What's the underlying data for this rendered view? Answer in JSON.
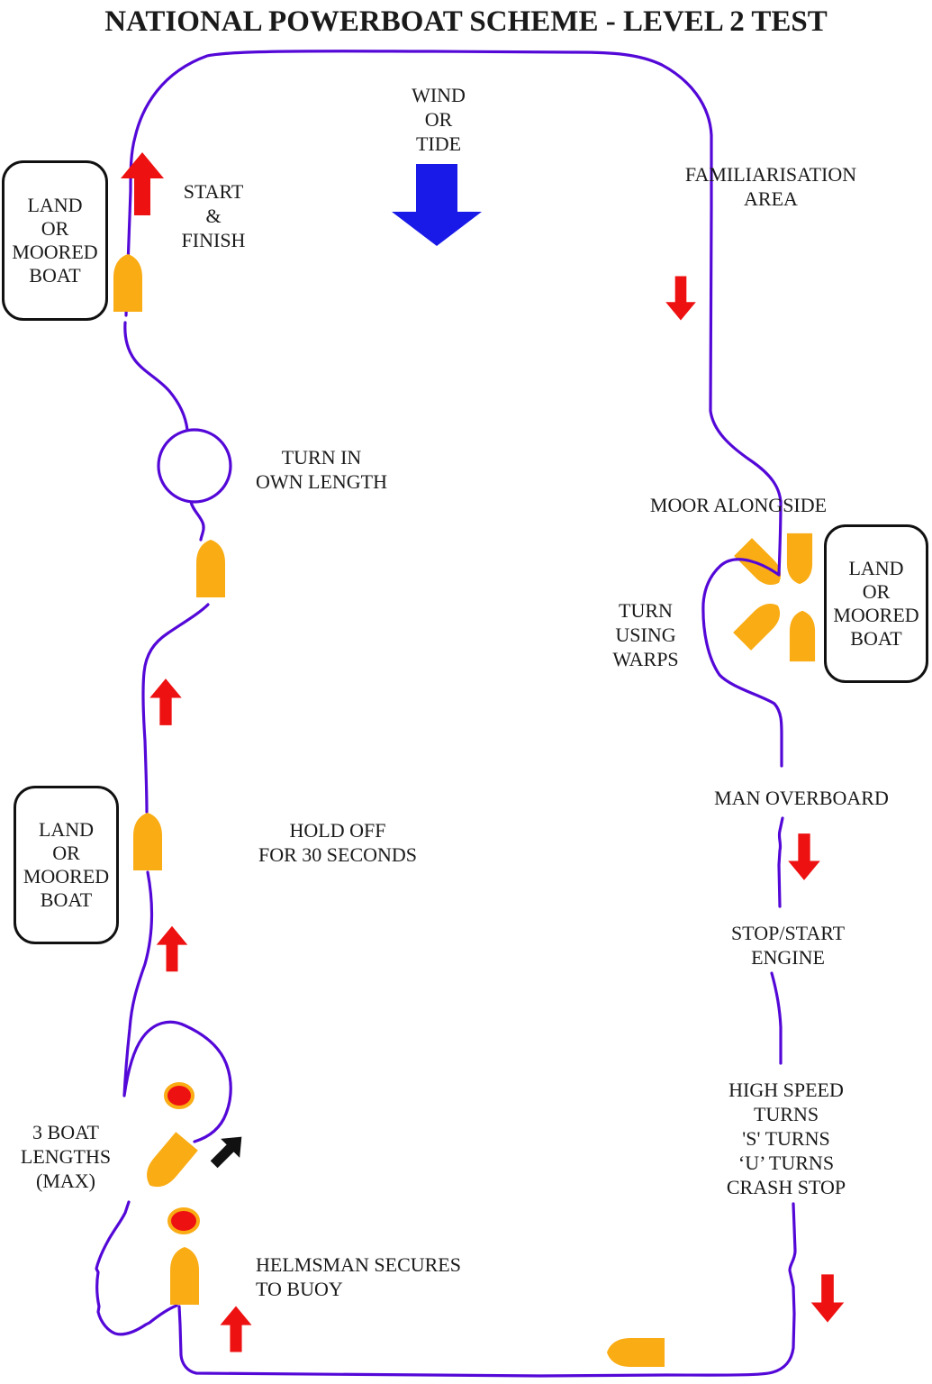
{
  "title": "NATIONAL POWERBOAT SCHEME - LEVEL 2 TEST",
  "labels": {
    "wind_or_tide": "WIND\nOR\nTIDE",
    "familiarisation_area": "FAMILIARISATION\nAREA",
    "start_finish": "START\n&\nFINISH",
    "land_or_moored_boat_top_left": "LAND\nOR\nMOORED\nBOAT",
    "turn_in_own_length": "TURN IN\nOWN LENGTH",
    "moor_alongside": "MOOR ALONGSIDE",
    "turn_using_warps": "TURN\nUSING\nWARPS",
    "land_or_moored_boat_right": "LAND\nOR\nMOORED\nBOAT",
    "man_overboard": "MAN OVERBOARD",
    "stop_start_engine": "STOP/START\nENGINE",
    "land_or_moored_boat_left": "LAND\nOR\nMOORED\nBOAT",
    "hold_off": "HOLD OFF\nFOR 30 SECONDS",
    "high_speed_turns": "HIGH SPEED\nTURNS\n'S' TURNS\n‘U’ TURNS\nCRASH STOP",
    "three_boat_lengths": "3 BOAT\nLENGTHS\n(MAX)",
    "helmsman_secures": "HELMSMAN SECURES\nTO BUOY"
  },
  "colors": {
    "ink": "#1a1a1a",
    "course_path": "#5408D8",
    "marker_red": "#EE1111",
    "boat_orange": "#FAAC14",
    "wind_blue": "#1A1AE8",
    "arrow_black": "#111111"
  },
  "icons": {
    "wind-tide-arrow-icon": "⬇",
    "course-arrow-up-icon": "▲",
    "course-arrow-down-icon": "▼",
    "turn-exit-arrow-icon": "↗",
    "mooring-buoy-icon": "●",
    "powerboat-icon": "⛵"
  }
}
